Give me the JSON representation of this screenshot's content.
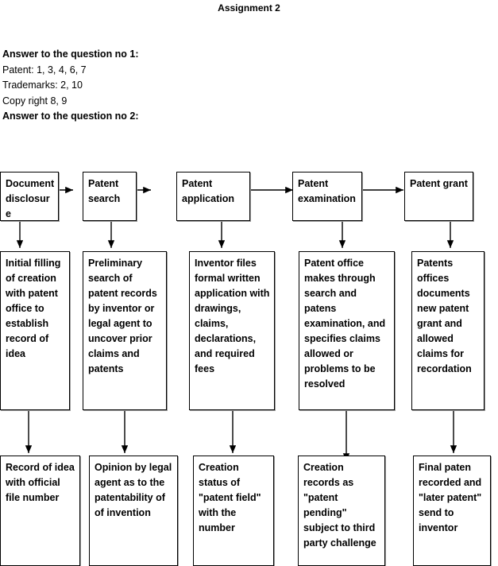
{
  "document": {
    "title": "Assignment 2"
  },
  "answers": {
    "lines": [
      {
        "text": "Answer to the question no 1:",
        "bold": true
      },
      {
        "text": "Patent: 1, 3, 4, 6, 7",
        "bold": false
      },
      {
        "text": "Trademarks: 2, 10",
        "bold": false
      },
      {
        "text": "Copy right 8, 9",
        "bold": false
      },
      {
        "text": "Answer to the question no 2:",
        "bold": true
      }
    ]
  },
  "flowchart": {
    "type": "diagram",
    "rows": {
      "stage_row": [
        {
          "id": "stage-document-disclosure",
          "text": "Document disclosure",
          "clipped": true
        },
        {
          "id": "stage-patent-search",
          "text": "Patent search",
          "clipped": false
        },
        {
          "id": "stage-patent-application",
          "text": "Patent application",
          "clipped": false
        },
        {
          "id": "stage-patent-examination",
          "text": "Patent examination",
          "clipped": true
        },
        {
          "id": "stage-patent-grant",
          "text": "Patent grant",
          "clipped": false
        }
      ],
      "detail_row": [
        {
          "id": "detail-initial-filling",
          "text": "Initial filling of creation with patent office to establish record of idea",
          "clipped": false
        },
        {
          "id": "detail-preliminary-search",
          "text": "Preliminary search of patent records by inventor or legal agent to uncover prior claims and patents",
          "clipped": false
        },
        {
          "id": "detail-inventor-files",
          "text": "Inventor files formal written application with drawings, claims, declarations, and required fees",
          "clipped": true
        },
        {
          "id": "detail-patent-office-search",
          "text": "Patent office makes through search and patens examination, and specifies claims allowed or problems to be resolved",
          "clipped": false
        },
        {
          "id": "detail-patents-offices-documents",
          "text": "Patents offices documents new patent grant and allowed claims for recordation",
          "clipped": false
        }
      ],
      "outcome_row": [
        {
          "id": "outcome-record-of-idea",
          "text": "Record of idea with official file number",
          "clipped": false
        },
        {
          "id": "outcome-opinion-by-legal-agent",
          "text": "Opinion by legal agent as to the patentability of of invention",
          "clipped": false
        },
        {
          "id": "outcome-creation-status",
          "text": "Creation status of \"patent field\" with the number",
          "clipped": false
        },
        {
          "id": "outcome-creation-records",
          "text": "Creation records as \"patent pending\" subject to third party challenge",
          "clipped": true
        },
        {
          "id": "outcome-final-patent",
          "text": "Final paten recorded and \"later patent\" send to inventor",
          "clipped": false
        }
      ]
    },
    "connectors": {
      "horizontal_count": 4,
      "vertical_count": 10
    },
    "colors": {
      "box_border": "#000000",
      "box_shadow": "#9a9a9a",
      "text": "#000000",
      "background": "#ffffff",
      "arrow": "#000000"
    }
  }
}
